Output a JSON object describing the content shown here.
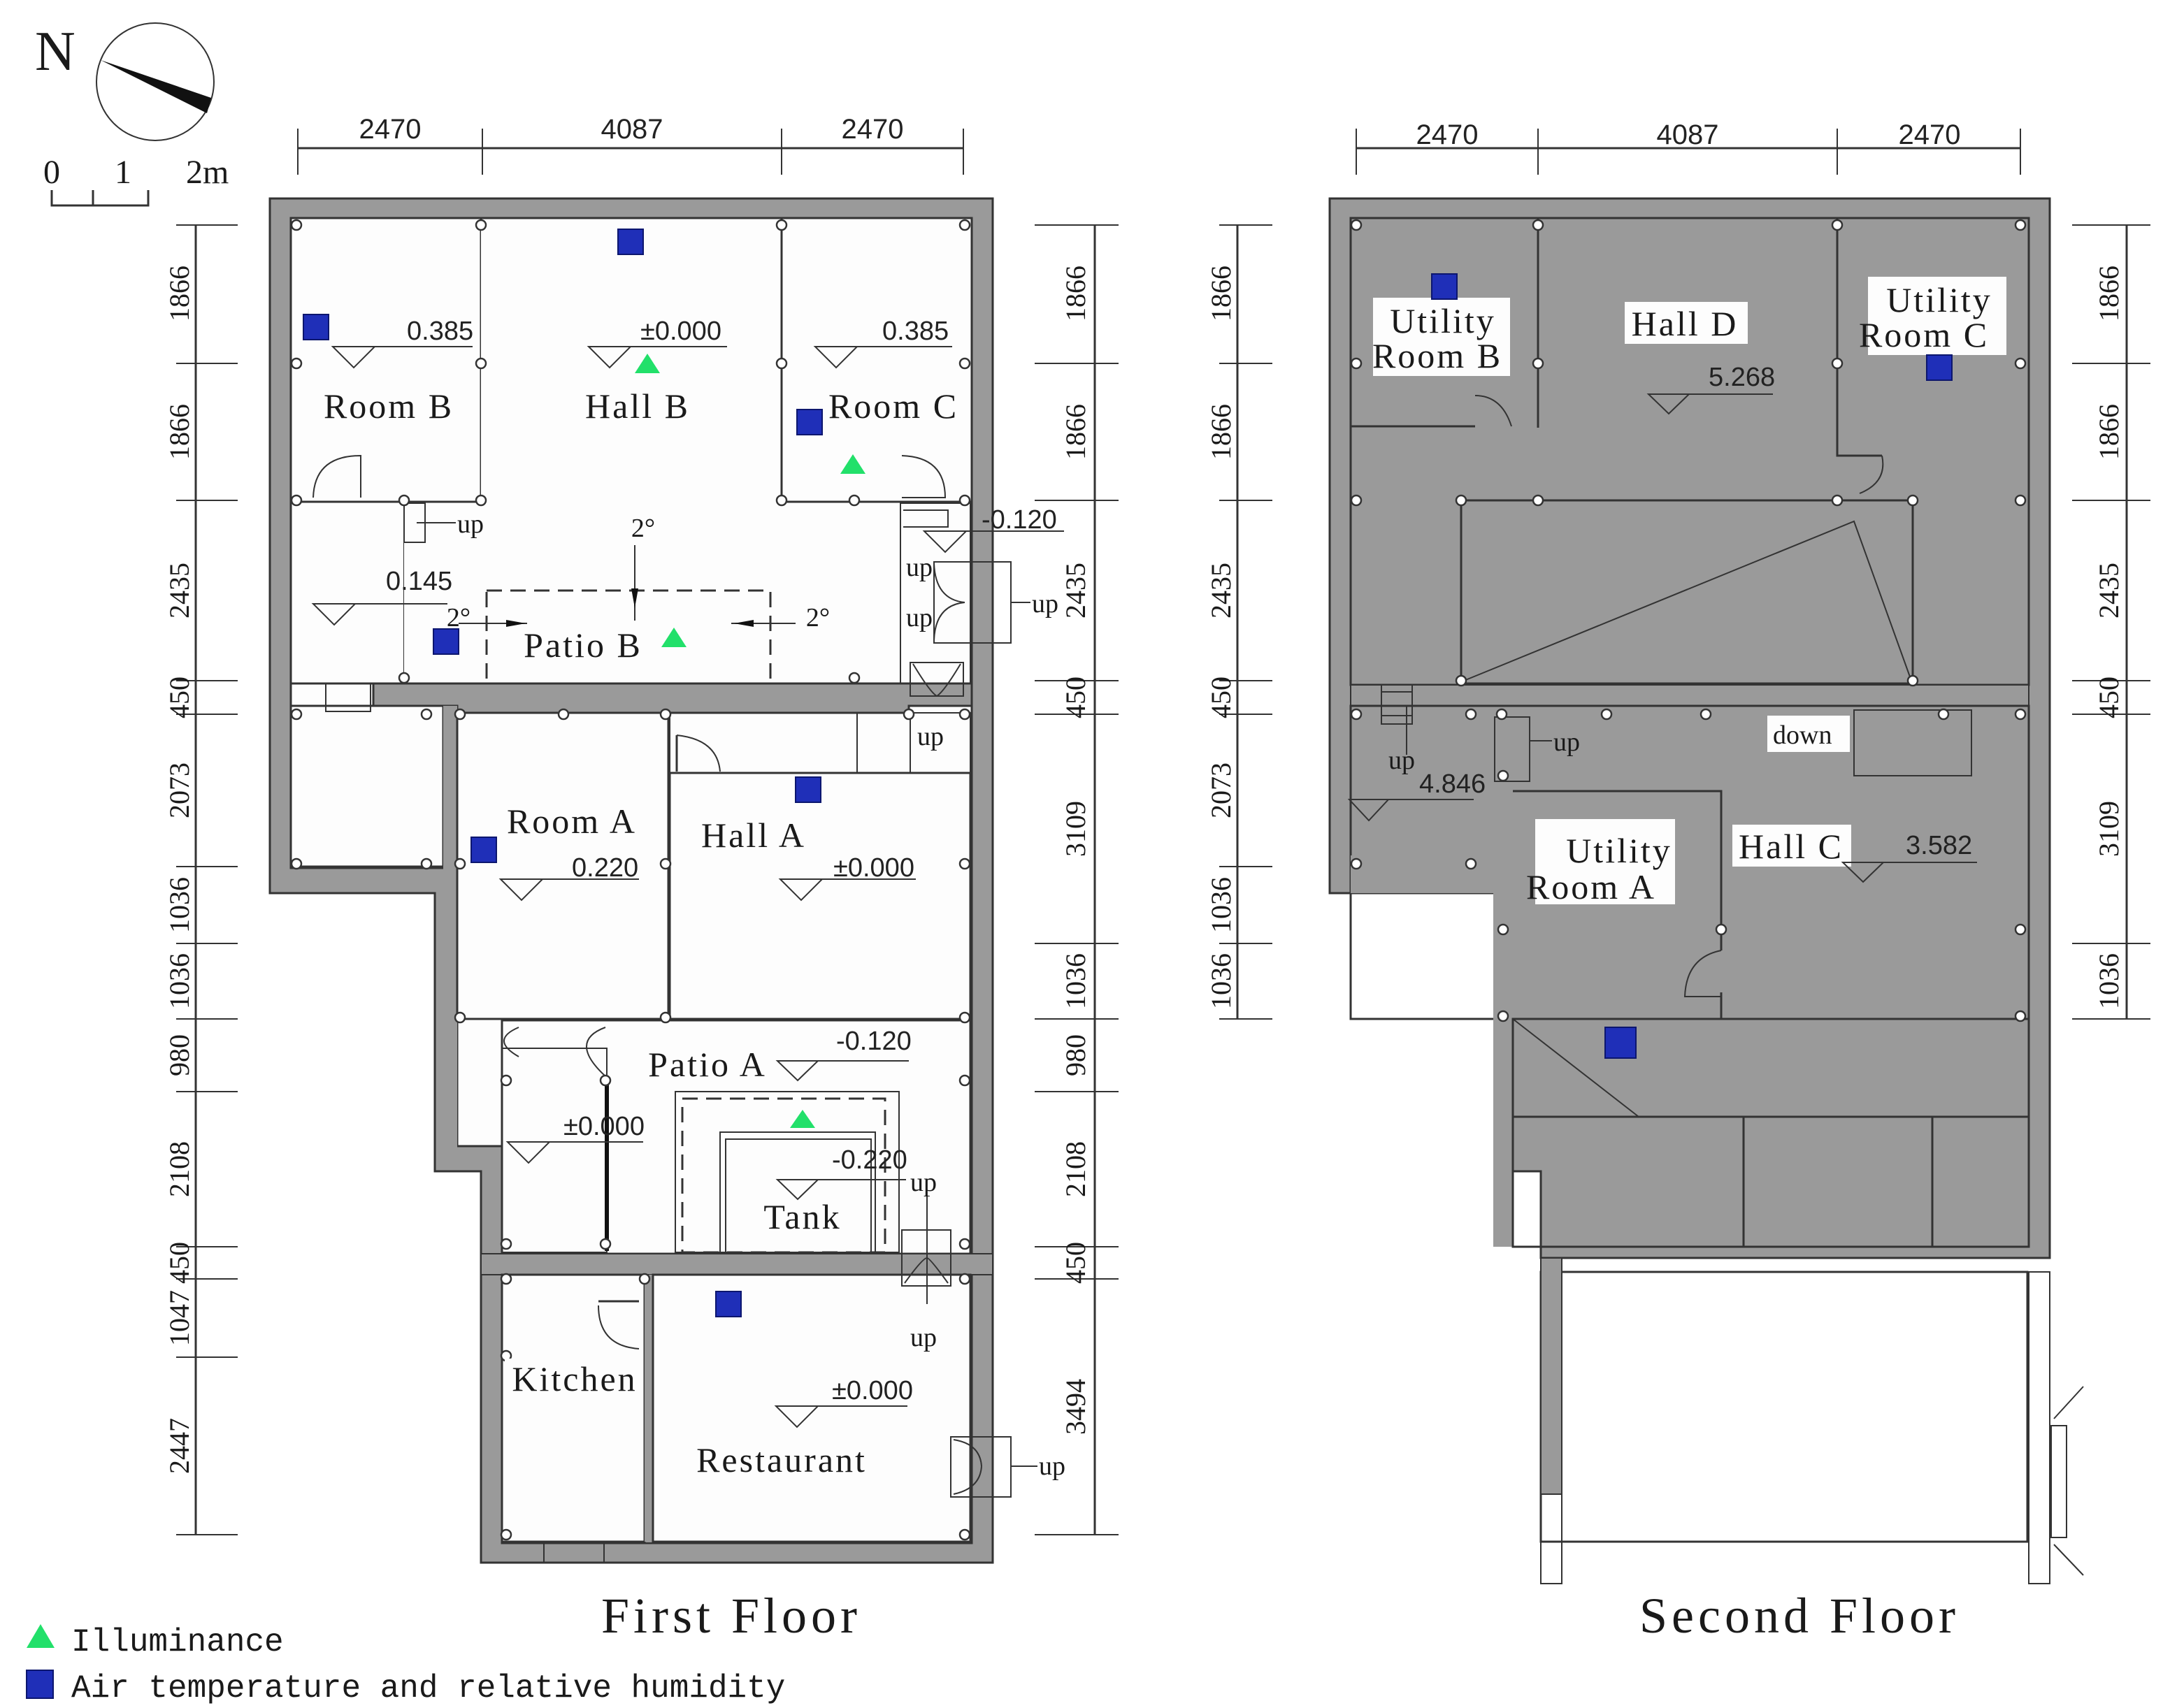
{
  "compass": {
    "north_label": "N"
  },
  "scale_bar": {
    "ticks": [
      "0",
      "1",
      "2m"
    ]
  },
  "legend": {
    "items": [
      {
        "symbol": "green-triangle",
        "color": "#22e06a",
        "label": "Illuminance"
      },
      {
        "symbol": "blue-square",
        "color": "#1f2fb8",
        "label": "Air temperature and relative humidity"
      }
    ]
  },
  "first_floor": {
    "title": "First Floor",
    "top_dims": [
      "2470",
      "4087",
      "2470"
    ],
    "left_dims": [
      "1866",
      "1866",
      "2435",
      "450",
      "2073",
      "1036",
      "1036",
      "980",
      "2108",
      "450",
      "1047",
      "2447"
    ],
    "right_dims": [
      "1866",
      "1866",
      "2435",
      "450",
      "3109",
      "1036",
      "980",
      "2108",
      "450",
      "3494"
    ],
    "rooms": {
      "room_b": "Room B",
      "hall_b": "Hall B",
      "room_c": "Room C",
      "patio_b": "Patio B",
      "room_a": "Room A",
      "hall_a": "Hall A",
      "patio_a": "Patio A",
      "tank": "Tank",
      "kitchen": "Kitchen",
      "restaurant": "Restaurant"
    },
    "elevations": {
      "room_b": "0.385",
      "hall_b": "±0.000",
      "room_c": "0.385",
      "stair_landing": "0.145",
      "east_entry": "-0.120",
      "room_a": "0.220",
      "hall_a": "±0.000",
      "patio_a": "-0.120",
      "west_stair": "±0.000",
      "tank": "-0.220",
      "restaurant": "±0.000"
    },
    "slopes": {
      "north": "2°",
      "west": "2°",
      "east": "2°"
    },
    "stair_labels": {
      "up": "up"
    }
  },
  "second_floor": {
    "title": "Second Floor",
    "top_dims": [
      "2470",
      "4087",
      "2470"
    ],
    "left_dims": [
      "1866",
      "1866",
      "2435",
      "450",
      "2073",
      "1036",
      "1036"
    ],
    "right_dims": [
      "1866",
      "1866",
      "2435",
      "450",
      "3109",
      "1036"
    ],
    "rooms": {
      "utility_b_line1": "Utility",
      "utility_b_line2": "Room B",
      "hall_d": "Hall D",
      "utility_c_line1": "Utility",
      "utility_c_line2": "Room C",
      "utility_a_line1": "Utility",
      "utility_a_line2": "Room A",
      "hall_c": "Hall C"
    },
    "elevations": {
      "hall_d": "5.268",
      "west_landing": "4.846",
      "hall_c": "3.582"
    },
    "stair_labels": {
      "up": "up",
      "down": "down"
    }
  }
}
